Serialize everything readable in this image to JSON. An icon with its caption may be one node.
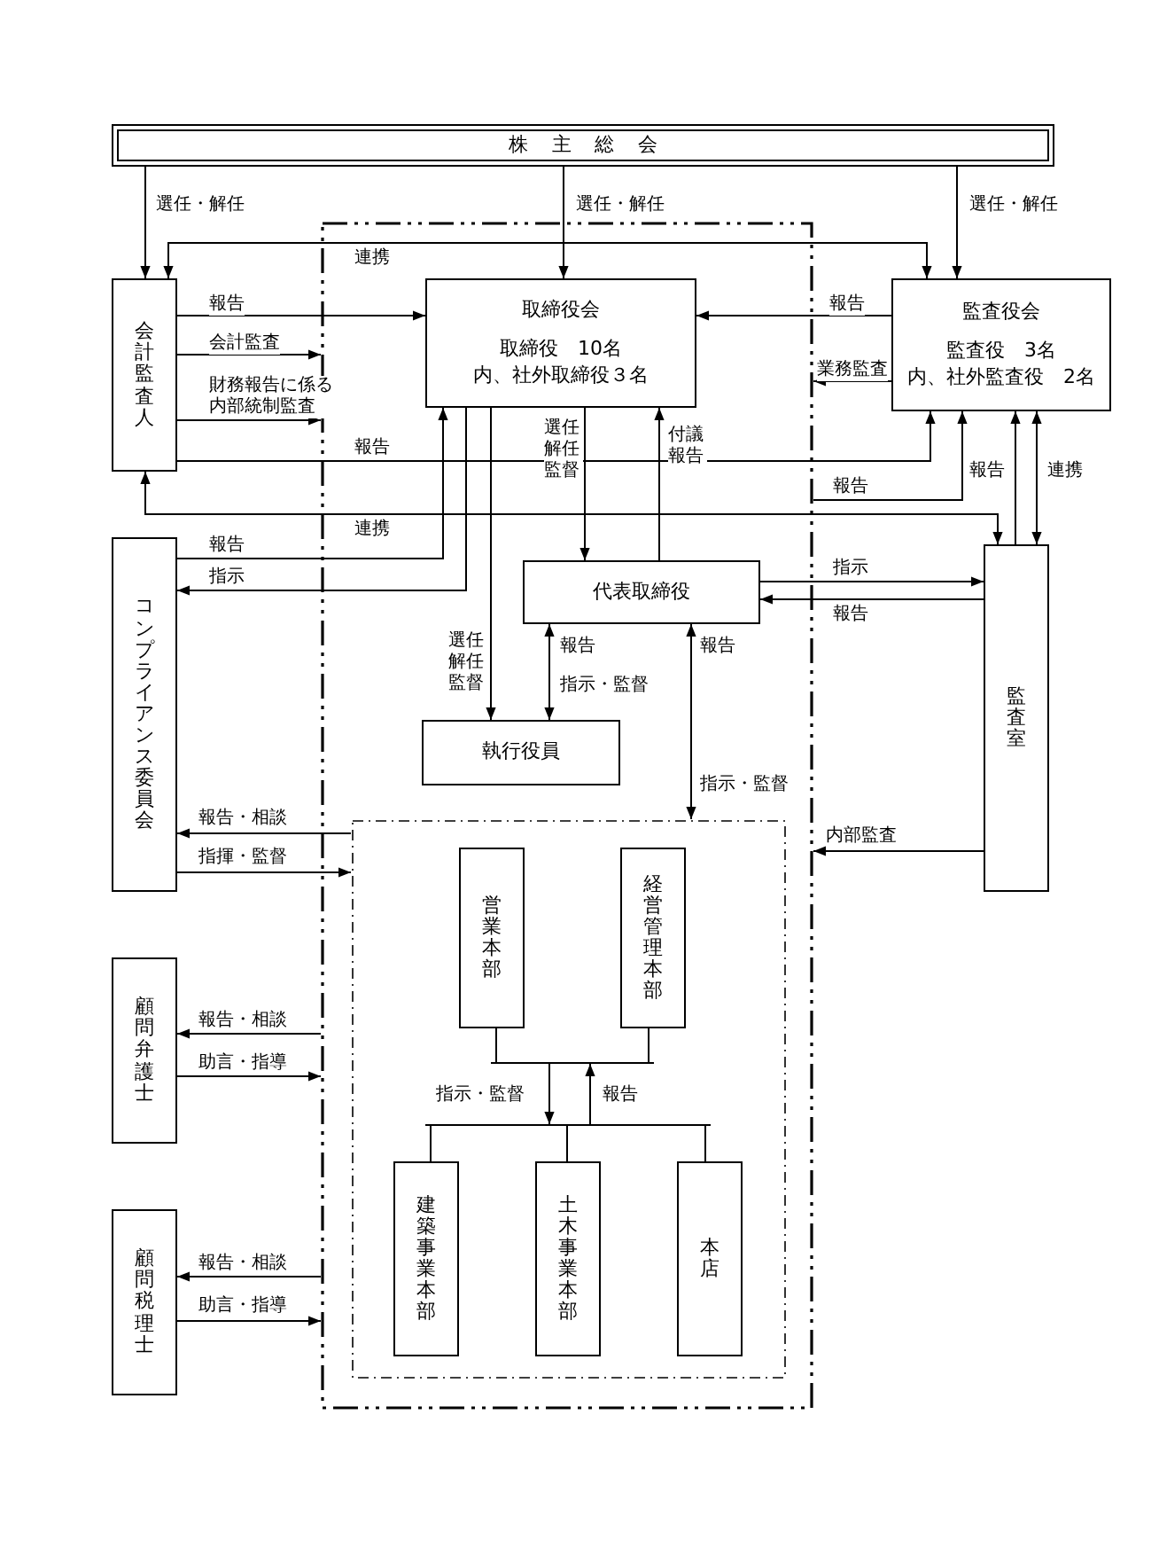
{
  "diagram": {
    "nodes": [
      {
        "text": [
          "株主総会"
        ]
      },
      {
        "text": [],
        "shape": "box"
      },
      {
        "text": [
          "会計監査人"
        ]
      },
      {
        "text": [
          "取締役会",
          "取締役　10名",
          "内、社外取締役３名"
        ],
        "in": 1
      },
      {
        "text": [
          "監査役会",
          "監査役　3名",
          "内、社外監査役　2名"
        ]
      },
      {
        "text": [
          "コンプライアンス委員会"
        ]
      },
      {
        "text": [
          "代表取締役"
        ],
        "in": 1
      },
      {
        "text": [
          "監査室"
        ]
      },
      {
        "text": [
          "執行役員"
        ],
        "in": 1
      },
      {
        "text": [],
        "shape": "box",
        "in": 1
      },
      {
        "text": [
          "営業本部"
        ],
        "in": 9
      },
      {
        "text": [
          "経営管理本部"
        ],
        "in": 9
      },
      {
        "text": [
          "顧問弁護士"
        ]
      },
      {
        "text": [
          "建築事業本部"
        ],
        "in": 9
      },
      {
        "text": [
          "土木事業本部"
        ],
        "in": 9
      },
      {
        "text": [
          "本店"
        ],
        "in": 9
      },
      {
        "text": [
          "顧問税理士"
        ]
      },
      {
        "text": [],
        "shape": "bar",
        "in": 9
      },
      {
        "text": [],
        "shape": "bar",
        "in": 9
      }
    ],
    "edges": [
      {
        "from": 0,
        "to": 2,
        "arrow": "to",
        "label": "選任・解任"
      },
      {
        "from": 0,
        "to": 3,
        "arrow": "to",
        "label": "選任・解任"
      },
      {
        "from": 0,
        "to": 4,
        "arrow": "to",
        "label": "選任・解任"
      },
      {
        "from": 4,
        "to": 2,
        "arrow": "both",
        "label": "連携"
      },
      {
        "from": 2,
        "to": 3,
        "arrow": "to",
        "label": "報告"
      },
      {
        "from": 2,
        "to": 1,
        "arrow": "to",
        "label": "会計監査"
      },
      {
        "from": 2,
        "to": 1,
        "arrow": "to",
        "label": "財務報告に係る内部統制監査"
      },
      {
        "from": 2,
        "to": 4,
        "arrow": "to",
        "label": "報告"
      },
      {
        "from": 4,
        "to": 3,
        "arrow": "to",
        "label": "報告"
      },
      {
        "from": 4,
        "to": 1,
        "arrow": "to",
        "label": "業務監査"
      },
      {
        "from": 1,
        "to": 4,
        "arrow": "to",
        "label": "報告"
      },
      {
        "from": 2,
        "to": 7,
        "arrow": "both",
        "label": "連携"
      },
      {
        "from": 7,
        "to": 4,
        "arrow": "to",
        "label": "報告"
      },
      {
        "from": 7,
        "to": 4,
        "arrow": "both",
        "label": "連携"
      },
      {
        "from": 5,
        "to": 3,
        "arrow": "to",
        "label": "報告"
      },
      {
        "from": 3,
        "to": 5,
        "arrow": "to",
        "label": "指示"
      },
      {
        "from": 3,
        "to": 8,
        "arrow": "to",
        "label": "選任解任監督"
      },
      {
        "from": 3,
        "to": 6,
        "arrow": "to",
        "label": "選任解任監督"
      },
      {
        "from": 6,
        "to": 3,
        "arrow": "to",
        "label": "付議報告"
      },
      {
        "from": 6,
        "to": 7,
        "arrow": "to",
        "label": "指示"
      },
      {
        "from": 7,
        "to": 6,
        "arrow": "to",
        "label": "報告"
      },
      {
        "from": 6,
        "to": 8,
        "arrow": "both",
        "label": "報告"
      },
      {
        "from": 6,
        "to": 9,
        "arrow": "both",
        "label": "報告"
      },
      {
        "from": 9,
        "to": 5,
        "arrow": "to",
        "label": "報告・相談"
      },
      {
        "from": 5,
        "to": 9,
        "arrow": "to",
        "label": "指揮・監督"
      },
      {
        "from": 7,
        "to": 1,
        "arrow": "to",
        "label": "内部監査"
      },
      {
        "from": 1,
        "to": 12,
        "arrow": "to",
        "label": "報告・相談"
      },
      {
        "from": 12,
        "to": 1,
        "arrow": "to",
        "label": "助言・指導"
      },
      {
        "from": 1,
        "to": 16,
        "arrow": "to",
        "label": "報告・相談"
      },
      {
        "from": 16,
        "to": 1,
        "arrow": "to",
        "label": "助言・指導"
      },
      {
        "from": 10,
        "to": 17,
        "arrow": "none"
      },
      {
        "from": 11,
        "to": 17,
        "arrow": "none"
      },
      {
        "from": 17,
        "to": 18,
        "arrow": "to",
        "label": "指示・監督"
      },
      {
        "from": 18,
        "to": 17,
        "arrow": "to",
        "label": "報告"
      },
      {
        "from": 18,
        "to": 13,
        "arrow": "none"
      },
      {
        "from": 18,
        "to": 14,
        "arrow": "none"
      },
      {
        "from": 18,
        "to": 15,
        "arrow": "none"
      }
    ],
    "labels": [
      "指示・監督",
      "指示・監督"
    ]
  }
}
